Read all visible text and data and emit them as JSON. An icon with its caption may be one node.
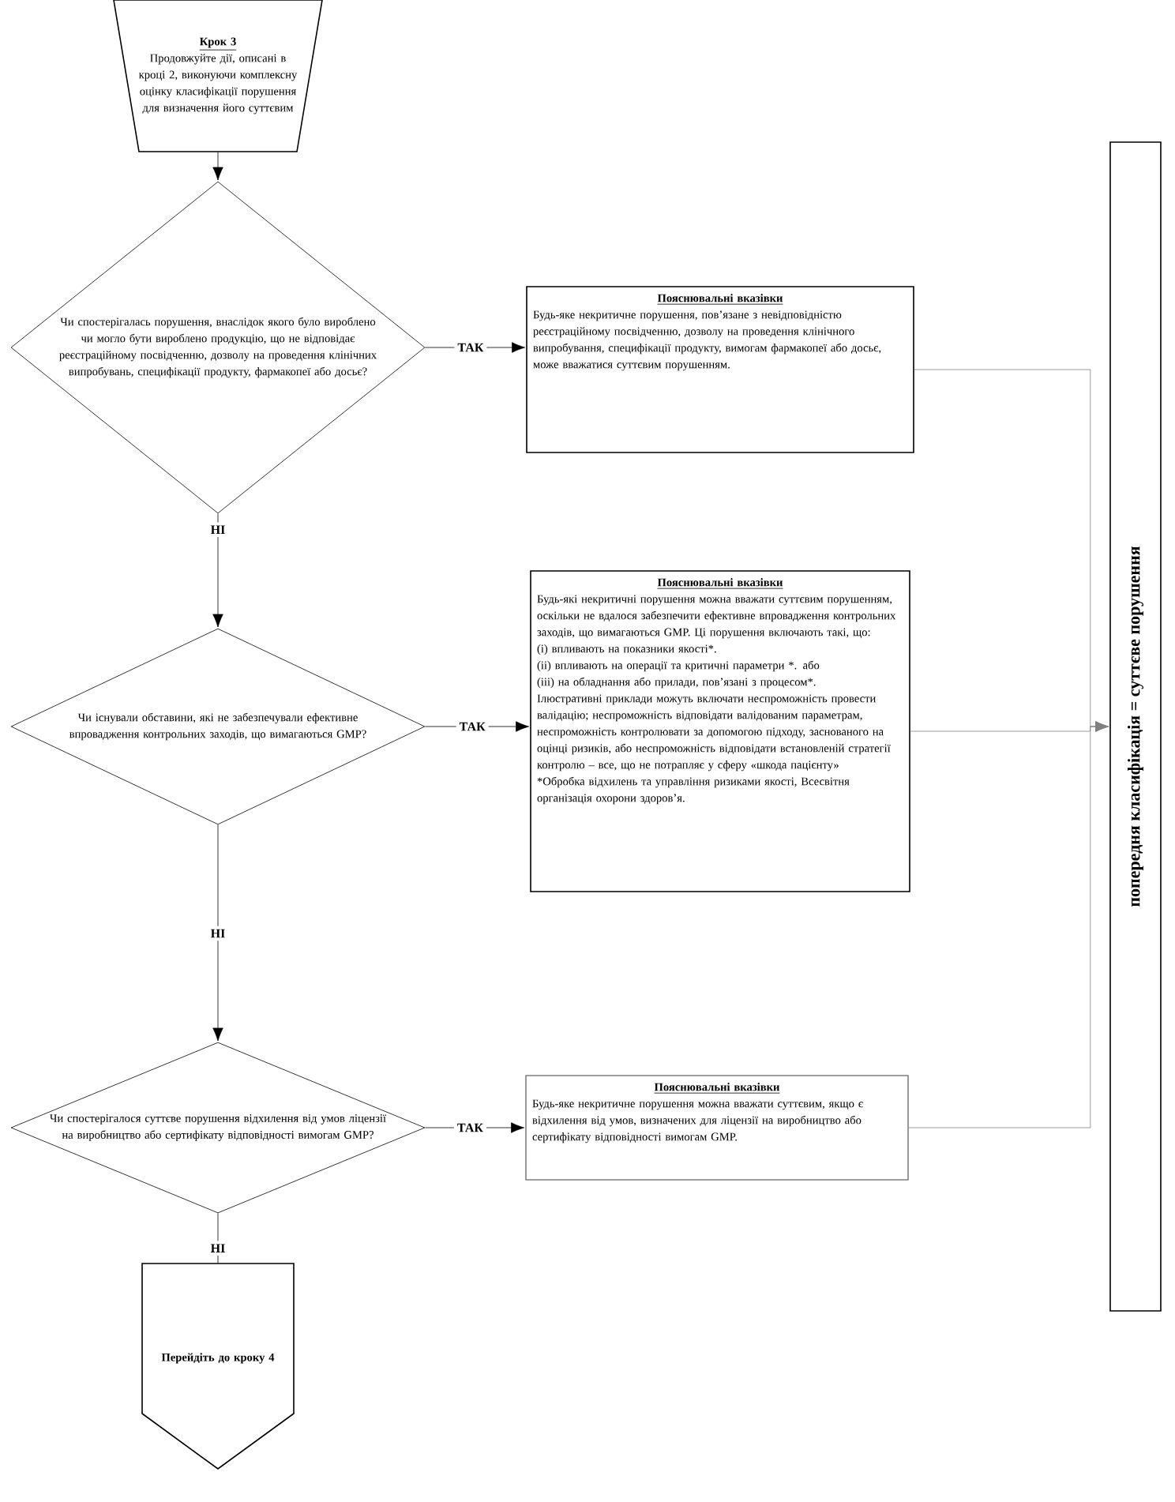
{
  "diagram": {
    "nodes": [
      {
        "text": [
          "Крок 3",
          "Продовжуйте дії, описані в кроці 2, виконуючи комплексну оцінку класифікації порушення для визначення його суттєвим"
        ]
      },
      {
        "text": [
          "Чи спостерігалась порушення, внаслідок якого було вироблено чи могло бути вироблено продукцію, що не відповідає реєстраційному посвідченню, дозволу на проведення клінічних випробувань, специфікації продукту, фармакопеї або досьє?"
        ]
      },
      {
        "text": [
          "Пояснювальні вказівки",
          "Будь-яке некритичне порушення, пов’язане з невідповідністю реєстраційному посвідченню, дозволу на проведення клінічного випробування, специфікації продукту, вимогам фармакопеї або досьє, може вважатися суттєвим порушенням."
        ]
      },
      {
        "text": [
          "Чи існували обставини, які не забезпечували ефективне впровадження контрольних заходів, що вимагаються GMP?"
        ]
      },
      {
        "text": [
          "Пояснювальні вказівки",
          "Будь-які некритичні порушення можна вважати суттєвим порушенням, оскільки не вдалося забезпечити ефективне впровадження контрольних заходів, що вимагаються GMP. Ці порушення включають такі, що:",
          "(і) впливають на показники якості*.",
          "(іі) впливають на операції та критичні параметри *. або",
          "(ііі) на обладнання або прилади, пов’язані з процесом*.",
          "Ілюстративні приклади можуть включати неспроможність провести валідацію; неспроможність відповідати валідованим параметрам, неспроможність контролювати за допомогою підходу, заснованого на оцінці ризиків, або неспроможність відповідати встановленій стратегії контролю – все, що не потрапляє у сферу «шкода пацієнту»",
          "*Обробка відхилень та управління ризиками якості, Всесвітня організація охорони здоров’я."
        ]
      },
      {
        "text": [
          "Чи спостерігалося суттєве порушення відхилення від умов ліцензії на виробництво або сертифікату відповідності вимогам GMP?"
        ]
      },
      {
        "text": [
          "Пояснювальні вказівки",
          "Будь-яке некритичне порушення можна вважати суттєвим, якщо є відхилення від умов, визначених для ліцензії на виробництво або сертифікату відповідності вимогам GMP."
        ]
      },
      {
        "text": [
          "Перейдіть до кроку 4"
        ]
      },
      {
        "text": [
          "попередня класифікація = суттєве порушення"
        ]
      }
    ],
    "edges": [
      {
        "from": 0,
        "to": 1,
        "arrow": "to"
      },
      {
        "from": 1,
        "to": 2,
        "arrow": "to",
        "label": "ТАК"
      },
      {
        "from": 1,
        "to": 3,
        "arrow": "to",
        "label": "НІ"
      },
      {
        "from": 3,
        "to": 4,
        "arrow": "to",
        "label": "ТАК"
      },
      {
        "from": 3,
        "to": 5,
        "arrow": "to",
        "label": "НІ"
      },
      {
        "from": 5,
        "to": 6,
        "arrow": "to",
        "label": "ТАК"
      },
      {
        "from": 5,
        "to": 7,
        "arrow": "none",
        "label": "НІ"
      },
      {
        "from": 2,
        "to": 8,
        "arrow": "to",
        "color": "#808080"
      },
      {
        "from": 4,
        "to": 8,
        "arrow": "to",
        "color": "#808080"
      },
      {
        "from": 6,
        "to": 8,
        "arrow": "to",
        "color": "#808080"
      }
    ]
  }
}
